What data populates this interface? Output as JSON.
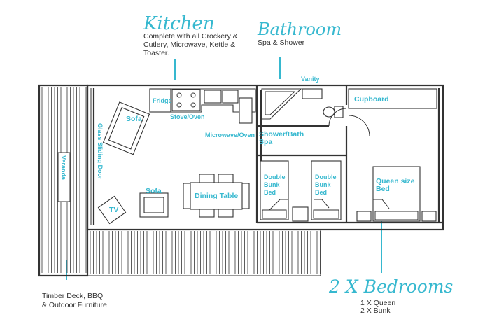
{
  "kitchen": {
    "title": "Kitchen",
    "desc": [
      "Complete with all Crockery &",
      "Cutlery, Microwave, Kettle &",
      "Toaster."
    ]
  },
  "bathroom": {
    "title": "Bathroom",
    "desc": "Spa & Shower"
  },
  "bedrooms": {
    "title": "2 X Bedrooms",
    "lines": [
      "1 X Queen",
      "2 X Bunk"
    ]
  },
  "deck": {
    "lines": [
      "Timber Deck, BBQ",
      "& Outdoor Furniture"
    ]
  },
  "labels": {
    "vanity": "Vanity",
    "fridge": "Fridge",
    "stove": "Stove/Oven",
    "microwave": "Microwave/Oven",
    "shower": [
      "Shower/Bath",
      "Spa"
    ],
    "cupboard": "Cupboard",
    "sofa_top": "Sofa",
    "sofa_bottom": "Sofa",
    "glass_door": "Glass Sliding Door",
    "veranda": "Veranda",
    "tv": "TV",
    "dining": "Dining Table",
    "bunk1": [
      "Double",
      "Bunk",
      "Bed"
    ],
    "bunk2": [
      "Double",
      "Bunk",
      "Bed"
    ],
    "queen": [
      "Queen size",
      "Bed"
    ]
  },
  "colors": {
    "accent": "#36b8cf",
    "line": "#333333"
  }
}
